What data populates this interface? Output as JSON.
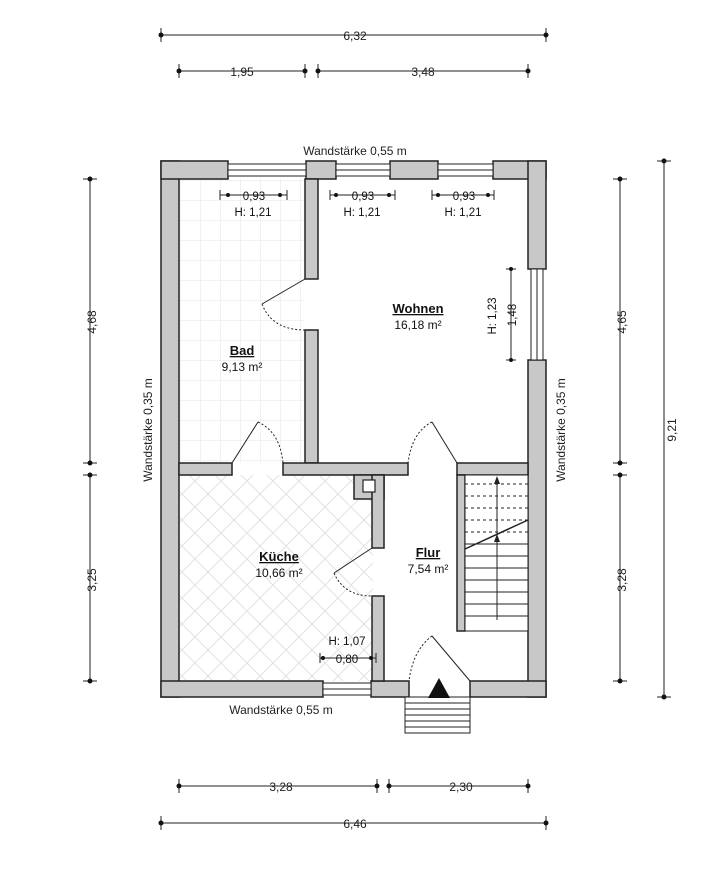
{
  "dimensions": {
    "top_total": "6,32",
    "top_left": "1,95",
    "top_right": "3,48",
    "bottom_left": "3,28",
    "bottom_right": "2,30",
    "bottom_total": "6,46",
    "left_upper": "4,68",
    "left_lower": "3,25",
    "right_upper": "4,65",
    "right_lower": "3,28",
    "right_total": "9,21"
  },
  "walls": {
    "top": "Wandstärke 0,55 m",
    "bottom": "Wandstärke 0,55 m",
    "left": "Wandstärke 0,35 m",
    "right": "Wandstärke 0,35 m"
  },
  "windows": {
    "bad_width": "0,93",
    "bad_height": "H: 1,21",
    "wohnen1_width": "0,93",
    "wohnen1_height": "H: 1,21",
    "wohnen2_width": "0,93",
    "wohnen2_height": "H: 1,21",
    "side_width": "1,48",
    "side_height": "H: 1,23",
    "kueche_width": "0,80",
    "kueche_height": "H: 1,07"
  },
  "rooms": {
    "bad": {
      "name": "Bad",
      "area": "9,13 m²"
    },
    "wohnen": {
      "name": "Wohnen",
      "area": "16,18 m²"
    },
    "kueche": {
      "name": "Küche",
      "area": "10,66 m²"
    },
    "flur": {
      "name": "Flur",
      "area": "7,54 m²"
    }
  }
}
